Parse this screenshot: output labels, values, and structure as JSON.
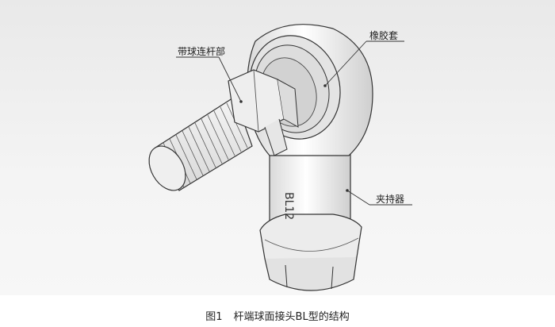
{
  "labels": {
    "ball_stud": "带球连杆部",
    "rubber_boot": "橡胶套",
    "holder": "夹持器",
    "marking": "BL12"
  },
  "caption": {
    "figure_no": "图1",
    "text": "杆端球面接头BL型的结构"
  },
  "colors": {
    "background": "#f2f2f2",
    "line": "#333333",
    "metal": "#e8e8e8"
  }
}
